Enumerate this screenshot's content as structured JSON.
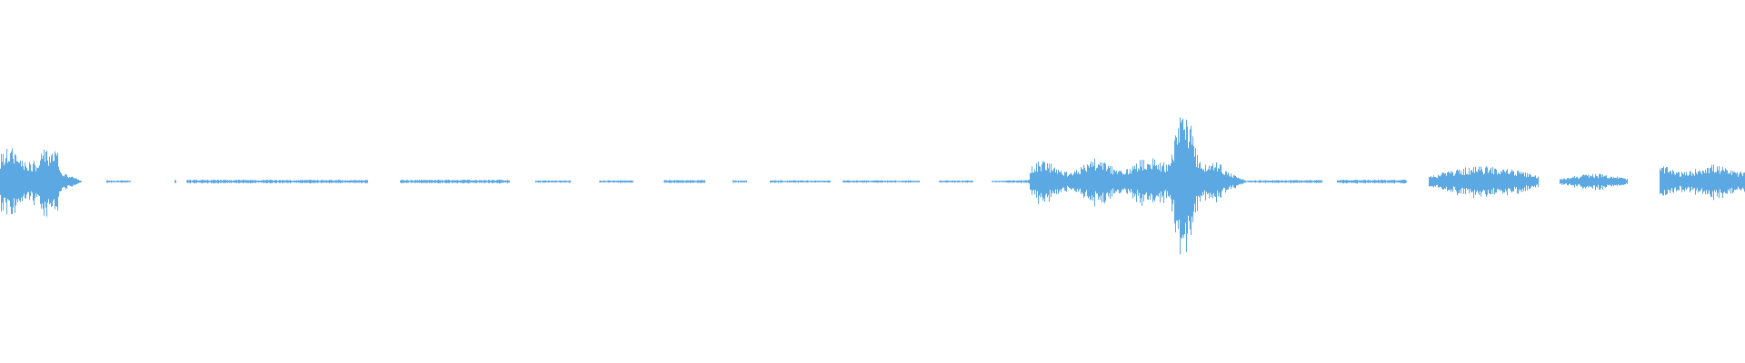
{
  "waveform": {
    "color": "#5ba8e3",
    "max_level": 1.0,
    "segments": [
      {
        "from": 0.0,
        "to": 0.034,
        "level": 0.22,
        "shape": "burst"
      },
      {
        "from": 0.034,
        "to": 0.047,
        "level": 0.08,
        "shape": "decay"
      },
      {
        "from": 0.061,
        "to": 0.075,
        "level": 0.008,
        "shape": "flat"
      },
      {
        "from": 0.1,
        "to": 0.101,
        "level": 0.01,
        "shape": "flat"
      },
      {
        "from": 0.107,
        "to": 0.211,
        "level": 0.012,
        "shape": "flat"
      },
      {
        "from": 0.229,
        "to": 0.292,
        "level": 0.012,
        "shape": "flat"
      },
      {
        "from": 0.307,
        "to": 0.327,
        "level": 0.008,
        "shape": "flat"
      },
      {
        "from": 0.343,
        "to": 0.363,
        "level": 0.008,
        "shape": "flat"
      },
      {
        "from": 0.38,
        "to": 0.404,
        "level": 0.01,
        "shape": "flat"
      },
      {
        "from": 0.42,
        "to": 0.428,
        "level": 0.008,
        "shape": "flat"
      },
      {
        "from": 0.441,
        "to": 0.476,
        "level": 0.008,
        "shape": "flat"
      },
      {
        "from": 0.483,
        "to": 0.527,
        "level": 0.008,
        "shape": "flat"
      },
      {
        "from": 0.538,
        "to": 0.558,
        "level": 0.008,
        "shape": "flat"
      },
      {
        "from": 0.568,
        "to": 0.59,
        "level": 0.012,
        "shape": "rise"
      },
      {
        "from": 0.59,
        "to": 0.665,
        "level": 0.17,
        "shape": "body"
      },
      {
        "from": 0.665,
        "to": 0.7,
        "level": 0.58,
        "shape": "spike"
      },
      {
        "from": 0.7,
        "to": 0.715,
        "level": 0.08,
        "shape": "decay"
      },
      {
        "from": 0.715,
        "to": 0.758,
        "level": 0.01,
        "shape": "flat"
      },
      {
        "from": 0.766,
        "to": 0.806,
        "level": 0.012,
        "shape": "flat"
      },
      {
        "from": 0.819,
        "to": 0.882,
        "level": 0.1,
        "shape": "bump"
      },
      {
        "from": 0.894,
        "to": 0.933,
        "level": 0.05,
        "shape": "bump"
      },
      {
        "from": 0.951,
        "to": 1.0,
        "level": 0.11,
        "shape": "burst"
      }
    ]
  }
}
